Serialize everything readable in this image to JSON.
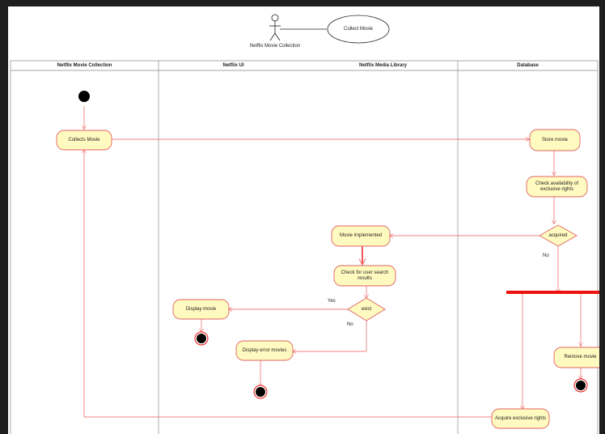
{
  "usecase": {
    "actor": "Netflix Movie Collection",
    "case": "Collect Movie"
  },
  "lanes": [
    "Netflix Movie Collection",
    "Netflix UI",
    "Netflix Media Library",
    "Database"
  ],
  "nodes": {
    "collects_movie": "Collects Movie",
    "store_movie": "Store movie",
    "check_availability": "Check availability of exclusive rights",
    "acquired": "acquired",
    "movie_implemented": "Movie implemented",
    "check_search": "Check for user search results",
    "exist": "exist",
    "display_movie": "Display movie",
    "display_error": "Display error movies",
    "remove_movie": "Remove movie",
    "acquire_rights": "Acquire exclusive rights"
  },
  "guards": {
    "yes": "Yes",
    "no": "No",
    "no2": "No"
  },
  "colors": {
    "node_fill": "#fffbc0",
    "node_stroke": "#e06060",
    "flow": "#f08080",
    "bar": "#ee1111"
  }
}
